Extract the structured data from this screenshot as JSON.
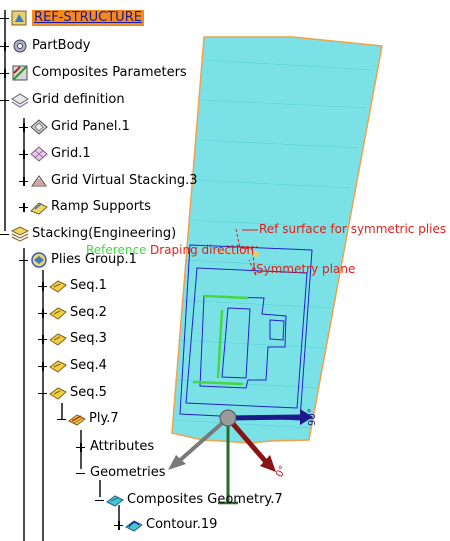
{
  "tree": {
    "root": {
      "label": "REF-STRUCTURE",
      "icon": "part-root-icon"
    },
    "nodes": [
      {
        "id": "partbody",
        "label": "PartBody",
        "icon": "partbody-gear-icon"
      },
      {
        "id": "composites-parameters",
        "label": "Composites Parameters",
        "icon": "composites-parameters-icon"
      },
      {
        "id": "grid-definition",
        "label": "Grid definition",
        "icon": "grid-definition-icon"
      },
      {
        "id": "grid-panel",
        "label": "Grid Panel.1",
        "icon": "grid-panel-icon"
      },
      {
        "id": "grid",
        "label": "Grid.1",
        "icon": "grid-icon"
      },
      {
        "id": "grid-virtual-stacking",
        "label": "Grid Virtual Stacking.3",
        "icon": "grid-virtual-stacking-icon"
      },
      {
        "id": "ramp-supports",
        "label": "Ramp Supports",
        "icon": "ramp-supports-icon"
      },
      {
        "id": "stacking",
        "label": "Stacking(Engineering)",
        "icon": "stacking-icon"
      },
      {
        "id": "plies-group",
        "label": "Plies Group.1",
        "icon": "plies-group-icon"
      },
      {
        "id": "seq1",
        "label": "Seq.1",
        "icon": "sequence-icon"
      },
      {
        "id": "seq2",
        "label": "Seq.2",
        "icon": "sequence-icon"
      },
      {
        "id": "seq3",
        "label": "Seq.3",
        "icon": "sequence-icon"
      },
      {
        "id": "seq4",
        "label": "Seq.4",
        "icon": "sequence-icon"
      },
      {
        "id": "seq5",
        "label": "Seq.5",
        "icon": "sequence-icon"
      },
      {
        "id": "ply7",
        "label": "Ply.7",
        "icon": "ply-icon"
      },
      {
        "id": "attributes",
        "label": "Attributes",
        "icon": ""
      },
      {
        "id": "geometries",
        "label": "Geometries",
        "icon": ""
      },
      {
        "id": "composites-geometry",
        "label": "Composites Geometry.7",
        "icon": "composites-geometry-icon"
      },
      {
        "id": "contour",
        "label": "Contour.19",
        "icon": "contour-icon"
      }
    ]
  },
  "viewport": {
    "annotations": {
      "ref_surface": "Ref surface for symmetric plies",
      "draping_direction": "Draping direction",
      "draping_reference": "Reference",
      "symmetry_plane": "Symmetry plane"
    },
    "axis_labels": {
      "u": "0°",
      "v": "90°"
    },
    "colors": {
      "panel_fill": "#6fe0e4",
      "panel_edge": "#f09a3a",
      "contour": "#2222c8",
      "symmetry_plane": "#e01a1a",
      "axis_u": "#8a1414",
      "axis_v": "#1a1a8a",
      "axis_normal": "#2a6a2a",
      "axis_draping": "#7a7a7a",
      "inner_ply": "#44d844"
    }
  }
}
